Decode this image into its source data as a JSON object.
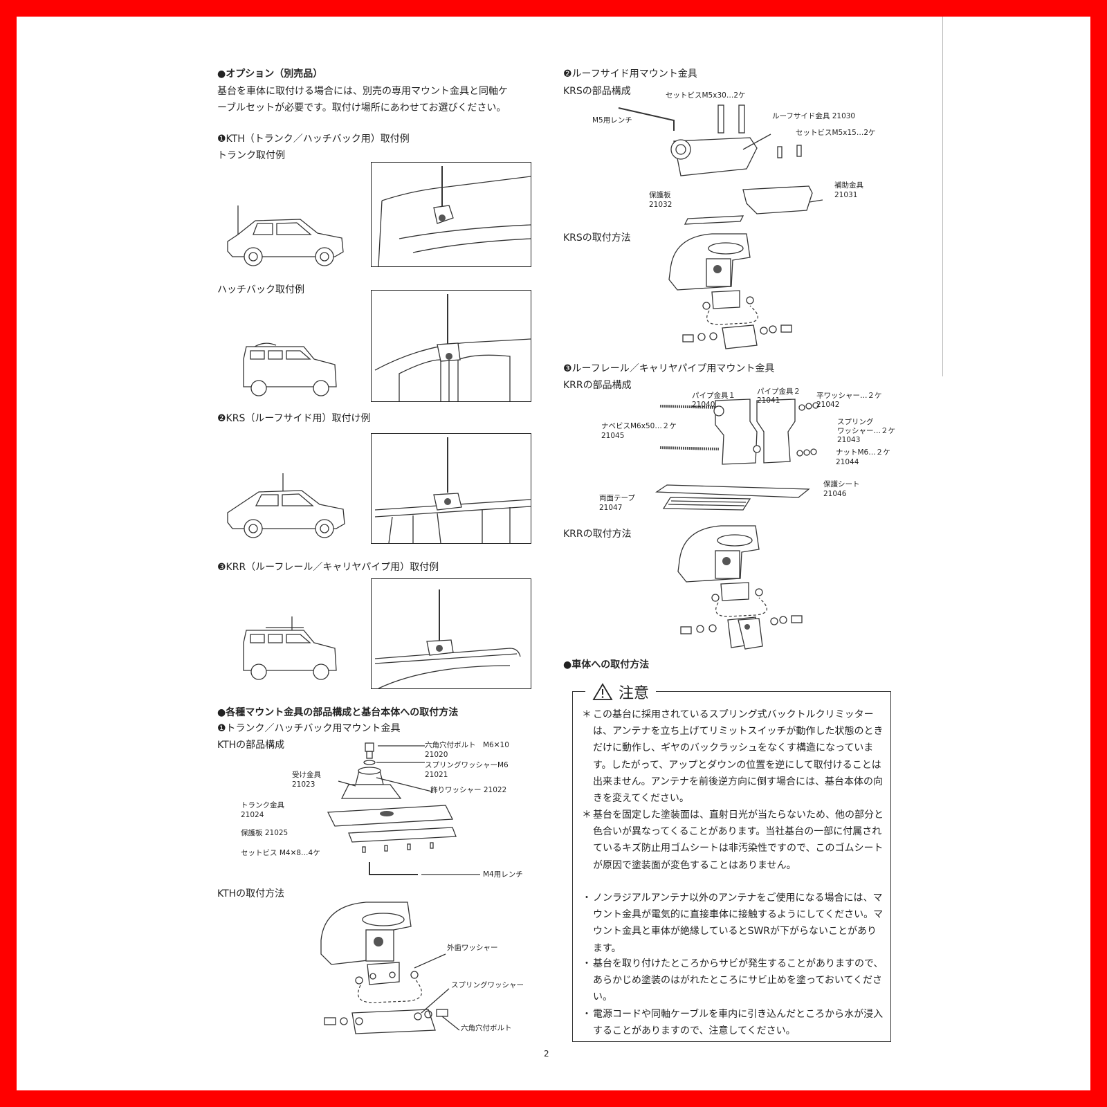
{
  "options": {
    "heading": "●オプション（別売品）",
    "text_line1": "基台を車体に取付ける場合には、別売の専用マウント金具と同軸ケ",
    "text_line2": "ーブルセットが必要です。取付け場所にあわせてお選びください。",
    "kth_heading": "❶KTH（トランク／ハッチバック用）取付例",
    "trunk_caption": "トランク取付例",
    "hatch_caption": "ハッチバック取付例",
    "krs_heading": "❷KRS（ルーフサイド用）取付け例",
    "krr_heading": "❸KRR（ルーフレール／キャリヤパイプ用）取付例"
  },
  "mounts": {
    "heading": "●各種マウント金具の部品構成と基台本体への取付方法",
    "kth_sub": "❶トランク／ハッチバック用マウント金具",
    "kth_parts_title": "KTHの部品構成",
    "kth_install_title": "KTHの取付方法",
    "kth_labels": {
      "bolt": "六角穴付ボルト　M6✕10",
      "bolt_no": "21020",
      "spring": "スプリングワッシャーM6",
      "spring_no": "21021",
      "receiver": "受け金具",
      "receiver_no": "21023",
      "deco": "飾りワッシャー 21022",
      "trunk": "トランク金具",
      "trunk_no": "21024",
      "protect": "保護板 21025",
      "screw": "セットビス M4✕8…4ケ",
      "wrench": "M4用レンチ"
    },
    "kth_install_labels": {
      "outer": "外歯ワッシャー",
      "spring": "スプリングワッシャー",
      "bolt": "六角穴付ボルト"
    },
    "krs_sub": "❷ルーフサイド用マウント金具",
    "krs_parts_title": "KRSの部品構成",
    "krs_install_title": "KRSの取付方法",
    "krs_labels": {
      "screw30": "セットビスM5x30…2ケ",
      "wrench": "M5用レンチ",
      "roofside": "ルーフサイド金具 21030",
      "screw15": "セットビスM5x15…2ケ",
      "protect": "保護板",
      "protect_no": "21032",
      "aux": "補助金具",
      "aux_no": "21031"
    },
    "krr_sub": "❸ルーフレール／キャリヤパイプ用マウント金具",
    "krr_parts_title": "KRRの部品構成",
    "krr_install_title": "KRRの取付方法",
    "krr_labels": {
      "pipe1": "パイプ金具１",
      "pipe1_no": "21040",
      "pipe2": "パイプ金具２",
      "pipe2_no": "21041",
      "flat": "平ワッシャー…２ケ",
      "flat_no": "21042",
      "screw": "ナベビスM6x50…２ケ",
      "screw_no": "21045",
      "spring1": "スプリング",
      "spring2": "ワッシャー…２ケ",
      "spring_no": "21043",
      "nut": "ナットM6…２ケ",
      "nut_no": "21044",
      "sheet": "保護シート",
      "sheet_no": "21046",
      "tape": "両面テープ",
      "tape_no": "21047"
    }
  },
  "install": {
    "heading": "●車体への取付方法",
    "caution_title": "注意",
    "notes": [
      {
        "mark": "＊",
        "text": "この基台に採用されているスプリング式バックトルクリミッターは、アンテナを立ち上げてリミットスイッチが動作した状態のときだけに動作し、ギヤのバックラッシュをなくす構造になっています。したがって、アップとダウンの位置を逆にして取付けることは出来ません。アンテナを前後逆方向に倒す場合には、基台本体の向きを変えてください。"
      },
      {
        "mark": "＊",
        "text": "基台を固定した塗装面は、直射日光が当たらないため、他の部分と色合いが異なってくることがあります。当社基台の一部に付属されているキズ防止用ゴムシートは非汚染性ですので、このゴムシートが原因で塗装面が変色することはありません。"
      },
      {
        "mark": "・",
        "text": "ノンラジアルアンテナ以外のアンテナをご使用になる場合には、マウント金具が電気的に直接車体に接触するようにしてください。マウント金具と車体が絶縁しているとSWRが下がらないことがあります。"
      },
      {
        "mark": "・",
        "text": "基台を取り付けたところからサビが発生することがありますので、あらかじめ塗装のはがれたところにサビ止めを塗っておいてください。"
      },
      {
        "mark": "・",
        "text": "電源コードや同軸ケーブルを車内に引き込んだところから水が浸入することがありますので、注意してください。"
      }
    ]
  },
  "page_number": "2"
}
